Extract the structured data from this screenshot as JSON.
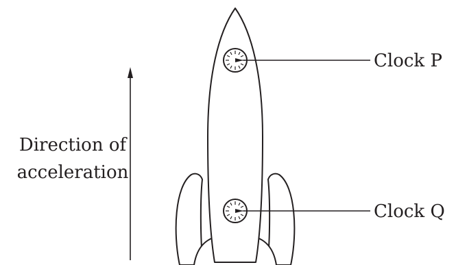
{
  "labels": {
    "clock_p": "Clock P",
    "clock_q": "Clock Q",
    "direction_line1": "Direction of",
    "direction_line2": "acceleration"
  },
  "colors": {
    "ink": "#231f20",
    "background": "#ffffff"
  }
}
